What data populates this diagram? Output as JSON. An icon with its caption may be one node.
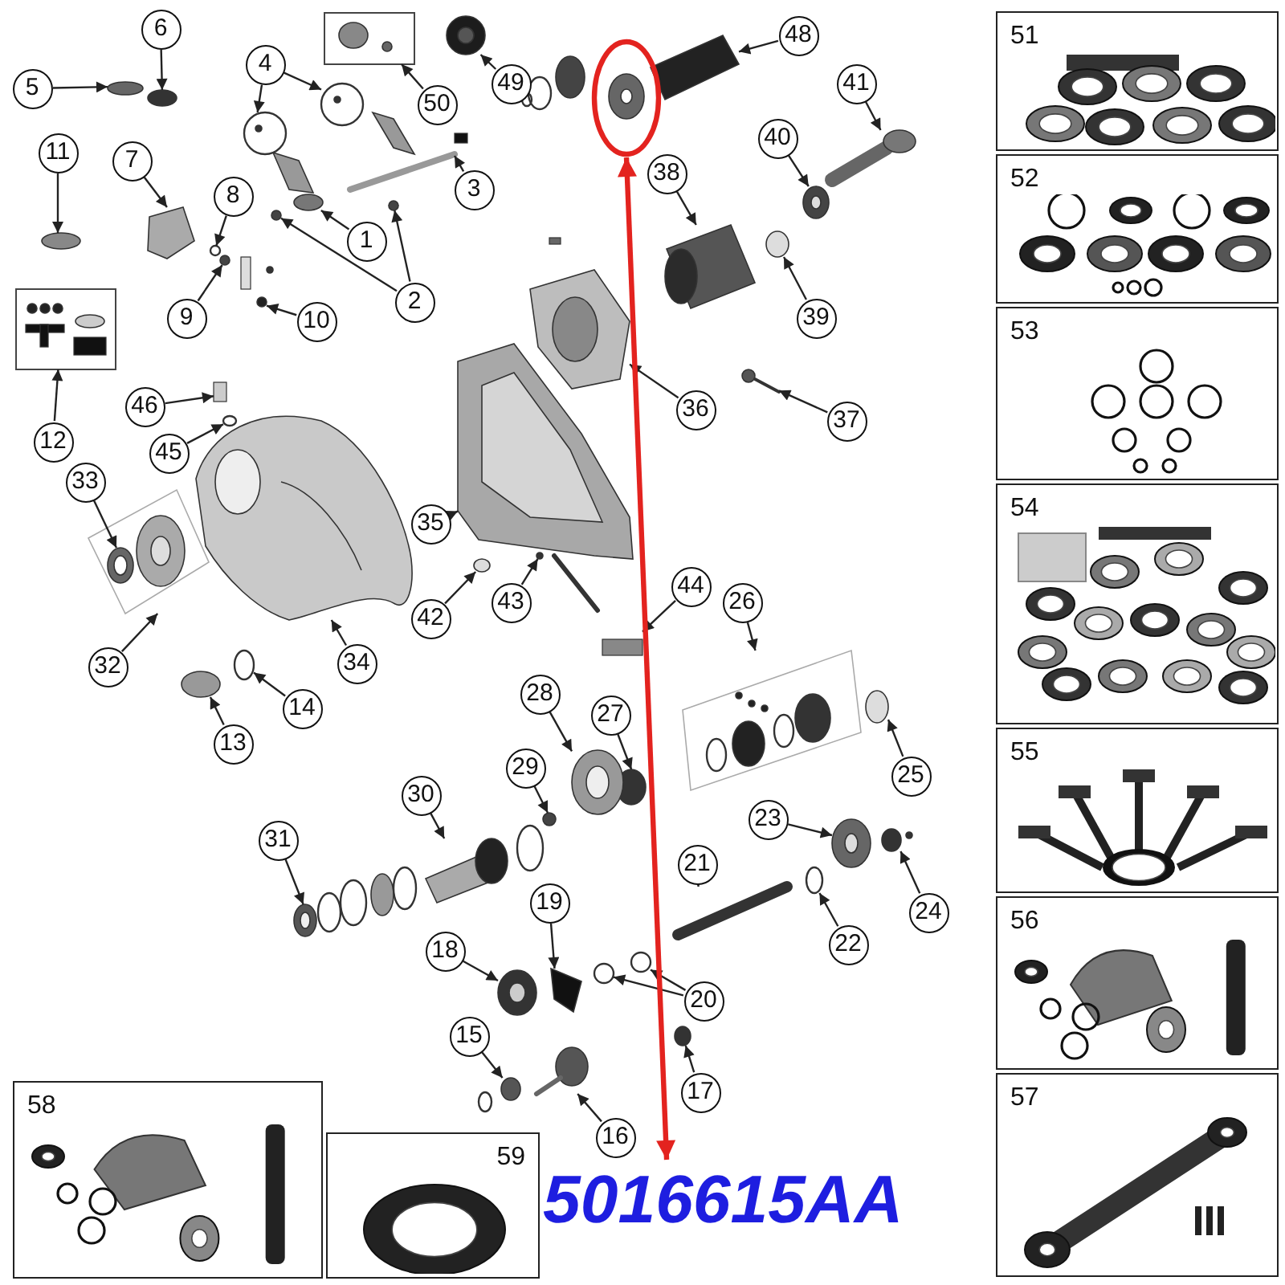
{
  "diagram": {
    "nodes": [
      {
        "text": [
          "1"
        ]
      },
      {
        "text": [
          "2"
        ]
      },
      {
        "text": [
          "3"
        ]
      },
      {
        "text": [
          "4"
        ]
      },
      {
        "text": [
          "5"
        ]
      },
      {
        "text": [
          "6"
        ]
      },
      {
        "text": [
          "7"
        ]
      },
      {
        "text": [
          "8"
        ]
      },
      {
        "text": [
          "9"
        ]
      },
      {
        "text": [
          "10"
        ]
      },
      {
        "text": [
          "11"
        ]
      },
      {
        "text": [
          "12"
        ]
      },
      {
        "text": [
          "13"
        ]
      },
      {
        "text": [
          "14"
        ]
      },
      {
        "text": [
          "15"
        ]
      },
      {
        "text": [
          "16"
        ]
      },
      {
        "text": [
          "17"
        ]
      },
      {
        "text": [
          "18"
        ]
      },
      {
        "text": [
          "19"
        ]
      },
      {
        "text": [
          "20"
        ]
      },
      {
        "text": [
          "21"
        ]
      },
      {
        "text": [
          "22"
        ]
      },
      {
        "text": [
          "23"
        ]
      },
      {
        "text": [
          "24"
        ]
      },
      {
        "text": [
          "25"
        ]
      },
      {
        "text": [
          "26"
        ]
      },
      {
        "text": [
          "27"
        ]
      },
      {
        "text": [
          "28"
        ]
      },
      {
        "text": [
          "29"
        ]
      },
      {
        "text": [
          "30"
        ]
      },
      {
        "text": [
          "31"
        ]
      },
      {
        "text": [
          "32"
        ]
      },
      {
        "text": [
          "33"
        ]
      },
      {
        "text": [
          "34"
        ]
      },
      {
        "text": [
          "35"
        ]
      },
      {
        "text": [
          "36"
        ]
      },
      {
        "text": [
          "37"
        ]
      },
      {
        "text": [
          "38"
        ]
      },
      {
        "text": [
          "39"
        ]
      },
      {
        "text": [
          "40"
        ]
      },
      {
        "text": [
          "41"
        ]
      },
      {
        "text": [
          "42"
        ]
      },
      {
        "text": [
          "43"
        ]
      },
      {
        "text": [
          "44"
        ]
      },
      {
        "text": [
          "45"
        ]
      },
      {
        "text": [
          "46"
        ]
      },
      {
        "text": [
          "48"
        ]
      },
      {
        "text": [
          "49"
        ]
      },
      {
        "text": [
          "50"
        ]
      },
      {
        "text": [
          "51"
        ]
      },
      {
        "text": [
          "52"
        ]
      },
      {
        "text": [
          "53"
        ]
      },
      {
        "text": [
          "54"
        ]
      },
      {
        "text": [
          "55"
        ]
      },
      {
        "text": [
          "56"
        ]
      },
      {
        "text": [
          "57"
        ]
      },
      {
        "text": [
          "58"
        ]
      },
      {
        "text": [
          "59"
        ]
      },
      {
        "text": [],
        "shape": "circle"
      },
      {
        "text": [
          "5016615AA"
        ]
      },
      {
        "text": [],
        "shape": "circle"
      },
      {
        "text": [],
        "shape": "circle"
      },
      {
        "text": [],
        "shape": "circle"
      },
      {
        "text": [],
        "shape": "picture"
      },
      {
        "text": [],
        "shape": "picture"
      },
      {
        "text": [],
        "shape": "picture"
      },
      {
        "text": [],
        "shape": "circle"
      },
      {
        "text": [],
        "shape": "circle"
      },
      {
        "text": [],
        "shape": "picture"
      },
      {
        "text": [],
        "shape": "circle"
      },
      {
        "text": [],
        "shape": "circle"
      },
      {
        "text": [],
        "shape": "circle"
      },
      {
        "text": [],
        "shape": "circle"
      },
      {
        "text": [],
        "shape": "picture"
      },
      {
        "text": [],
        "shape": "circle"
      },
      {
        "text": [],
        "shape": "circle"
      },
      {
        "text": [],
        "shape": "circle"
      },
      {
        "text": [],
        "shape": "circle"
      },
      {
        "text": [],
        "shape": "circle"
      },
      {
        "text": [],
        "shape": "picture"
      },
      {
        "text": [],
        "shape": "picture"
      },
      {
        "text": [],
        "shape": "circle"
      },
      {
        "text": [],
        "shape": "circle"
      },
      {
        "text": [],
        "shape": "picture"
      },
      {
        "text": [],
        "shape": "circle"
      },
      {
        "text": [],
        "shape": "picture"
      },
      {
        "text": [],
        "shape": "circle"
      },
      {
        "text": [],
        "shape": "circle"
      },
      {
        "text": [],
        "shape": "picture"
      },
      {
        "text": [],
        "shape": "circle"
      },
      {
        "text": [],
        "shape": "picture"
      },
      {
        "text": [],
        "shape": "circle"
      },
      {
        "text": [],
        "shape": "picture"
      },
      {
        "text": [],
        "shape": "picture"
      },
      {
        "text": [],
        "shape": "picture"
      },
      {
        "text": [],
        "shape": "picture",
        "in": 94
      },
      {
        "text": [],
        "shape": "picture"
      },
      {
        "text": [],
        "shape": "picture"
      },
      {
        "text": [],
        "shape": "picture"
      },
      {
        "text": [],
        "shape": "picture"
      },
      {
        "text": [],
        "shape": "picture"
      },
      {
        "text": [],
        "shape": "circle"
      },
      {
        "text": [],
        "shape": "picture"
      },
      {
        "text": [],
        "shape": "picture"
      },
      {
        "text": [],
        "shape": "circle"
      },
      {
        "text": [],
        "shape": "circle"
      },
      {
        "text": [],
        "shape": "picture"
      },
      {
        "text": [],
        "shape": "circle"
      },
      {
        "text": [],
        "shape": "box"
      },
      {
        "text": [],
        "shape": "picture"
      },
      {
        "text": [],
        "shape": "picture"
      },
      {
        "text": [],
        "shape": "picture"
      }
    ],
    "edges": [
      {
        "from": 0,
        "to": 60,
        "arrow": "to"
      },
      {
        "from": 1,
        "to": 61,
        "arrow": "to"
      },
      {
        "from": 1,
        "to": 62,
        "arrow": "to"
      },
      {
        "from": 2,
        "to": 63,
        "arrow": "to"
      },
      {
        "from": 3,
        "to": 64,
        "arrow": "to"
      },
      {
        "from": 3,
        "to": 65,
        "arrow": "to"
      },
      {
        "from": 4,
        "to": 66,
        "arrow": "to"
      },
      {
        "from": 5,
        "to": 67,
        "arrow": "to"
      },
      {
        "from": 6,
        "to": 68,
        "arrow": "to"
      },
      {
        "from": 7,
        "to": 69,
        "arrow": "to"
      },
      {
        "from": 8,
        "to": 70,
        "arrow": "to"
      },
      {
        "from": 9,
        "to": 71,
        "arrow": "to"
      },
      {
        "from": 10,
        "to": 72,
        "arrow": "to"
      },
      {
        "from": 11,
        "to": 73,
        "arrow": "to"
      },
      {
        "from": 12,
        "to": 74,
        "arrow": "to"
      },
      {
        "from": 13,
        "to": 75,
        "arrow": "to"
      },
      {
        "from": 14,
        "to": 76,
        "arrow": "to"
      },
      {
        "from": 15,
        "to": 77,
        "arrow": "to"
      },
      {
        "from": 16,
        "to": 78,
        "arrow": "to"
      },
      {
        "from": 17,
        "to": 79,
        "arrow": "to"
      },
      {
        "from": 18,
        "to": 80,
        "arrow": "to"
      },
      {
        "from": 19,
        "to": 81,
        "arrow": "to"
      },
      {
        "from": 19,
        "to": 82,
        "arrow": "to"
      },
      {
        "from": 20,
        "to": 83,
        "arrow": "to"
      },
      {
        "from": 21,
        "to": 84,
        "arrow": "to"
      },
      {
        "from": 22,
        "to": 85,
        "arrow": "to"
      },
      {
        "from": 23,
        "to": 86,
        "arrow": "to"
      },
      {
        "from": 24,
        "to": 87,
        "arrow": "to"
      },
      {
        "from": 25,
        "to": 88,
        "arrow": "to"
      },
      {
        "from": 26,
        "to": 89,
        "arrow": "to"
      },
      {
        "from": 27,
        "to": 90,
        "arrow": "to"
      },
      {
        "from": 28,
        "to": 91,
        "arrow": "to"
      },
      {
        "from": 29,
        "to": 92,
        "arrow": "to"
      },
      {
        "from": 30,
        "to": 93,
        "arrow": "to"
      },
      {
        "from": 31,
        "to": 94,
        "arrow": "to"
      },
      {
        "from": 32,
        "to": 95,
        "arrow": "to"
      },
      {
        "from": 33,
        "to": 96,
        "arrow": "to"
      },
      {
        "from": 34,
        "to": 97,
        "arrow": "to"
      },
      {
        "from": 35,
        "to": 98,
        "arrow": "to"
      },
      {
        "from": 36,
        "to": 99,
        "arrow": "to"
      },
      {
        "from": 37,
        "to": 100,
        "arrow": "to"
      },
      {
        "from": 38,
        "to": 101,
        "arrow": "to"
      },
      {
        "from": 39,
        "to": 102,
        "arrow": "to"
      },
      {
        "from": 40,
        "to": 103,
        "arrow": "to"
      },
      {
        "from": 41,
        "to": 104,
        "arrow": "to"
      },
      {
        "from": 42,
        "to": 105,
        "arrow": "to"
      },
      {
        "from": 43,
        "to": 106,
        "arrow": "to"
      },
      {
        "from": 44,
        "to": 107,
        "arrow": "to"
      },
      {
        "from": 45,
        "to": 108,
        "arrow": "to"
      },
      {
        "from": 46,
        "to": 109,
        "arrow": "to"
      },
      {
        "from": 47,
        "to": 110,
        "arrow": "to"
      },
      {
        "from": 48,
        "to": 111,
        "arrow": "to"
      },
      {
        "from": 58,
        "to": 59,
        "arrow": "both",
        "style": "thick",
        "color": "#e3231f"
      }
    ]
  }
}
